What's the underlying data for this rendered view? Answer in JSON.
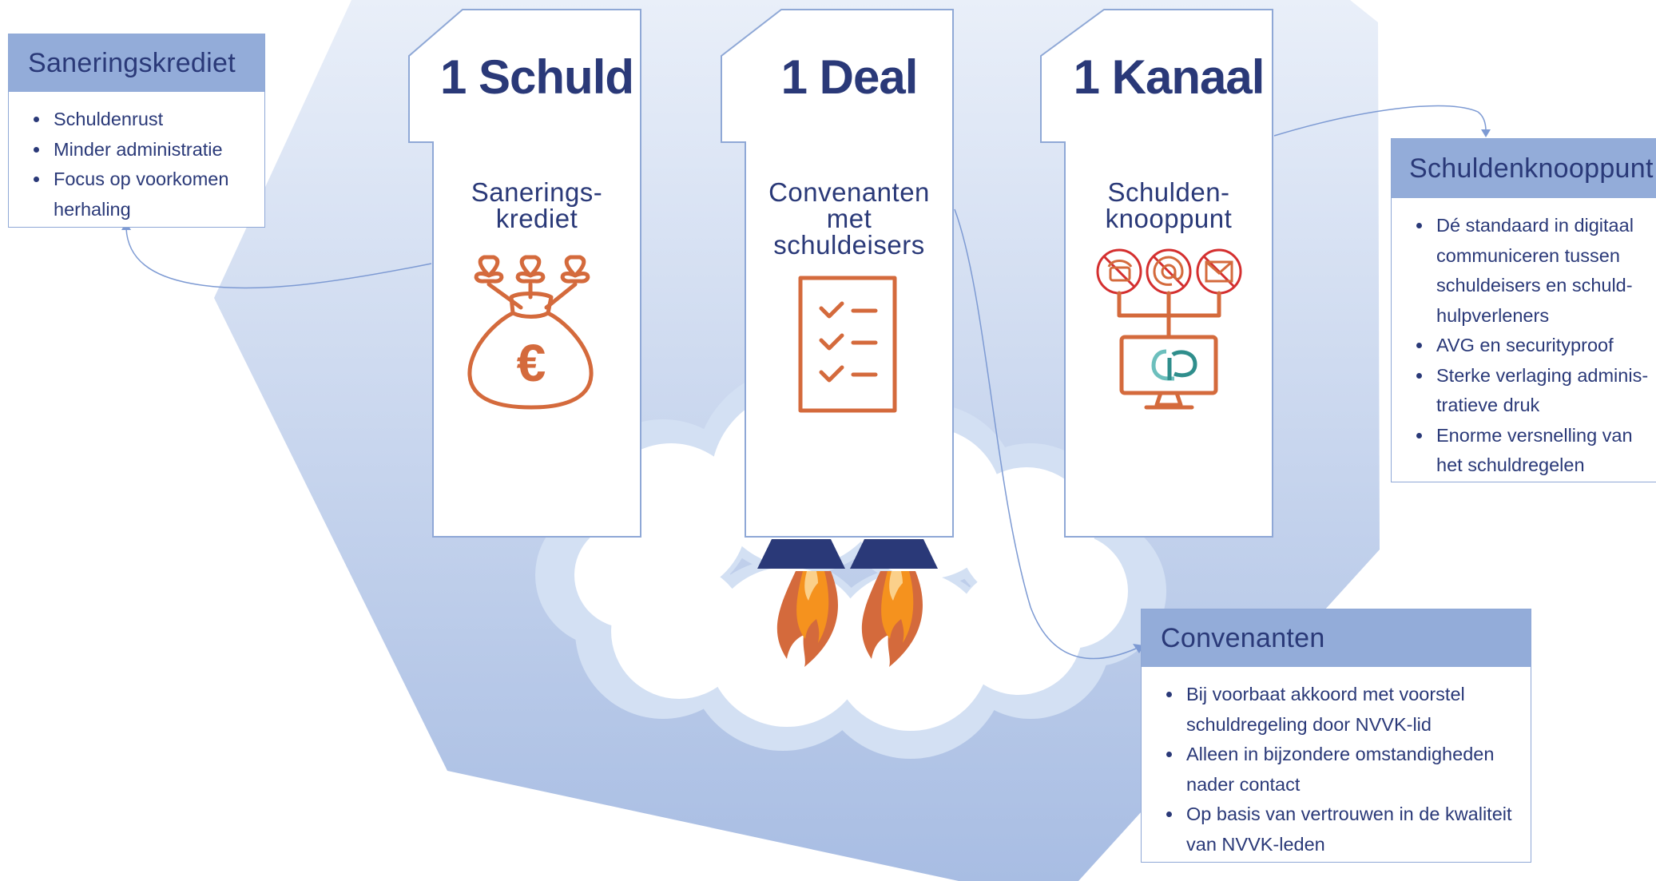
{
  "pillars": [
    {
      "number": "1 Schuld",
      "label": "Sanerings-\nkrediet",
      "icon": "money-bag-icon"
    },
    {
      "number": "1 Deal",
      "label": "Convenanten\nmet\nschuldeisers",
      "icon": "checklist-icon"
    },
    {
      "number": "1 Kanaal",
      "label": "Schulden-\nknooppunt",
      "icon": "digital-channel-icon"
    }
  ],
  "boxes": {
    "saneringskrediet": {
      "title": "Saneringskrediet",
      "items": [
        "Schuldenrust",
        "Minder administratie",
        "Focus op voorkomen herhaling"
      ]
    },
    "schuldenknooppunt": {
      "title": "Schuldenknooppunt",
      "items": [
        "Dé standaard in digitaal communiceren tussen schuldeisers en schuld-hulpverleners",
        "AVG en securityproof",
        "Sterke verlaging adminis-tratieve druk",
        "Enorme versnelling van het schuldregelen"
      ]
    },
    "convenanten": {
      "title": "Convenanten",
      "items": [
        "Bij voorbaat akkoord met voorstel schuldregeling door NVVK-lid",
        "Alleen in bijzondere omstandigheden nader contact",
        "Op basis van vertrouwen in de kwaliteit van NVVK-leden"
      ]
    }
  },
  "colors": {
    "navy": "#2a3978",
    "orange": "#d46a3c",
    "flame": "#f5921e",
    "red": "#d42f2f",
    "teal": "#2f8e8c",
    "box_header": "#93acd9"
  }
}
